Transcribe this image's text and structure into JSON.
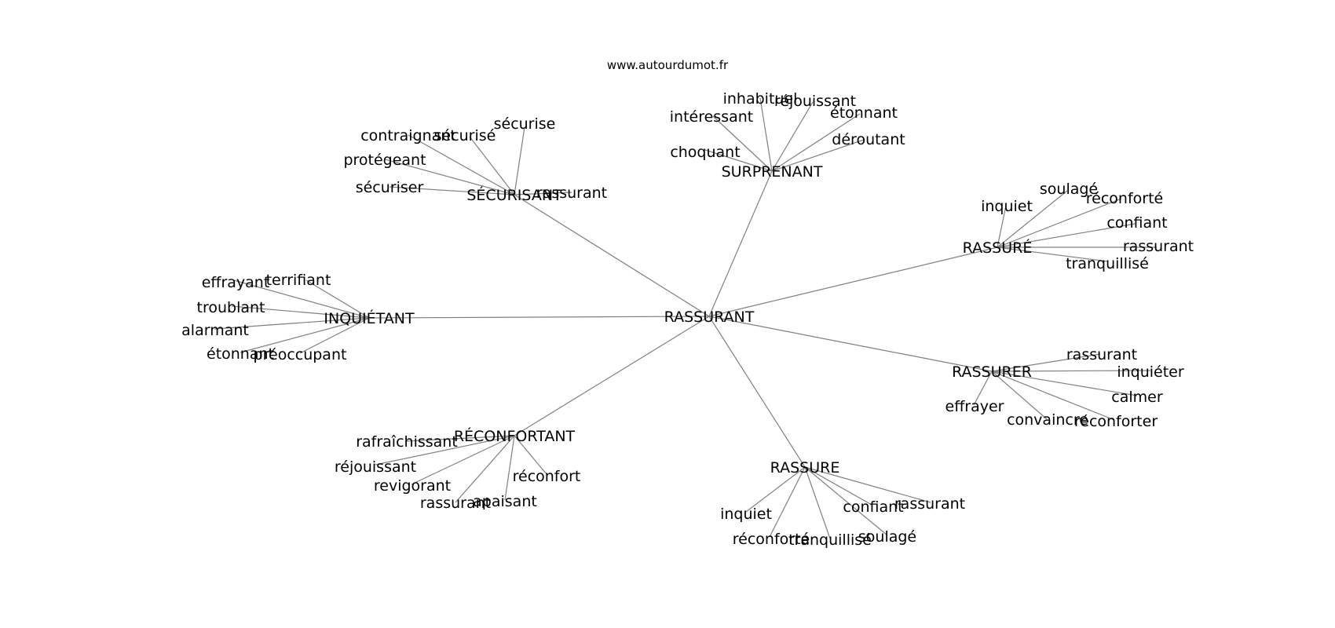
{
  "site": "www.autourdumot.fr",
  "center": "RASSURANT",
  "clusters": [
    {
      "id": "securisant",
      "label": "SÉCURISANT",
      "words": [
        "sécurise",
        "sécurisé",
        "contraignant",
        "protégeant",
        "sécuriser",
        "rassurant"
      ]
    },
    {
      "id": "surprenant",
      "label": "SURPRENANT",
      "words": [
        "inhabituel",
        "réjouissant",
        "étonnant",
        "intéressant",
        "déroutant",
        "choquant"
      ]
    },
    {
      "id": "rassure-accent",
      "label": "RASSURÉ",
      "words": [
        "inquiet",
        "soulagé",
        "réconforté",
        "confiant",
        "rassurant",
        "tranquillisé"
      ]
    },
    {
      "id": "inquietant",
      "label": "INQUIÉTANT",
      "words": [
        "effrayant",
        "terrifiant",
        "troublant",
        "alarmant",
        "étonnant",
        "préoccupant"
      ]
    },
    {
      "id": "rassurer",
      "label": "RASSURER",
      "words": [
        "rassurant",
        "inquiéter",
        "calmer",
        "effrayer",
        "convaincre",
        "réconforter"
      ]
    },
    {
      "id": "reconfortant",
      "label": "RÉCONFORTANT",
      "words": [
        "rafraîchissant",
        "réjouissant",
        "revigorant",
        "réconfort",
        "rassurant",
        "apaisant"
      ]
    },
    {
      "id": "rassure",
      "label": "RASSURE",
      "words": [
        "inquiet",
        "confiant",
        "rassurant",
        "réconforté",
        "tranquillisé",
        "soulagé"
      ]
    }
  ]
}
